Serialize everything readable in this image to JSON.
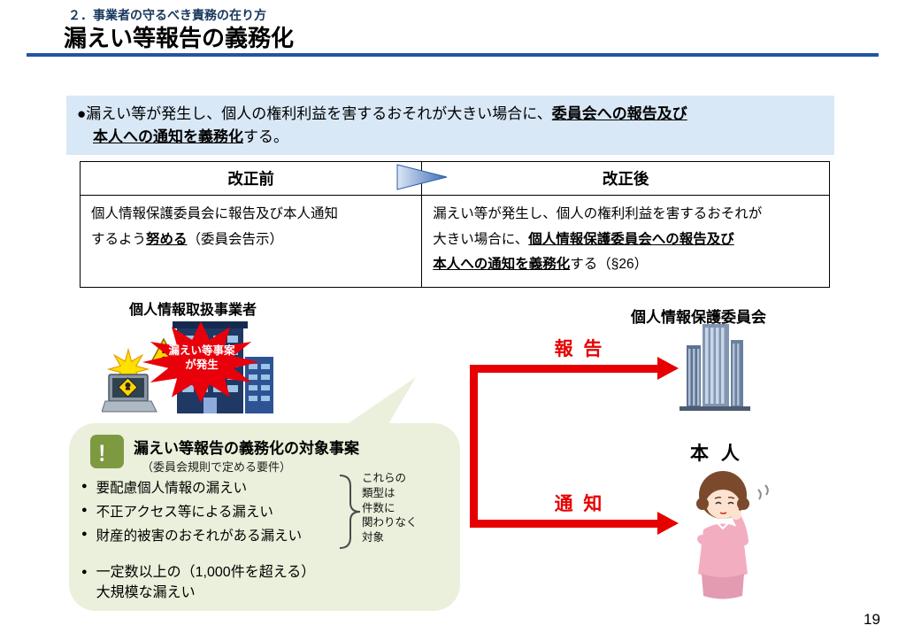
{
  "header": {
    "subtitle": "２．事業者の守るべき責務の在り方",
    "title": "漏えい等報告の義務化"
  },
  "callout": {
    "bullet": "●",
    "line1_normal": "漏えい等が発生し、個人の権利利益を害するおそれが大きい場合に、",
    "line1_bold": "委員会への報告及び",
    "line2_bold": "本人への通知を義務化",
    "line2_normal": "する。"
  },
  "table": {
    "header_before": "改正前",
    "header_after": "改正後",
    "before": {
      "line1": "個人情報保護委員会に報告及び本人通知",
      "line2_pre": "するよう",
      "bold": "努める",
      "line2_post": "（委員会告示）"
    },
    "after": {
      "line1": "漏えい等が発生し、個人の権利利益を害するおそれが",
      "line2_pre": "大きい場合に、",
      "line2_bold": "個人情報保護委員会への報告及び",
      "line3_bold": "本人への通知を義務化",
      "line3_post": "する（§26）"
    }
  },
  "diagram": {
    "business_label": "個人情報取扱事業者",
    "committee_label": "個人情報保護委員会",
    "person_label": "本 人",
    "burst_line1": "漏えい等事案",
    "burst_line2": "が発生",
    "report_label": "報 告",
    "notify_label": "通 知",
    "bubble": {
      "icon": "！",
      "title": "漏えい等報告の義務化の対象事案",
      "subtitle": "（委員会規則で定める要件）",
      "bullet": "●",
      "items": [
        "要配慮個人情報の漏えい",
        "不正アクセス等による漏えい",
        "財産的被害のおそれがある漏えい"
      ],
      "brace_lines": [
        "これらの",
        "類型は",
        "件数に",
        "関わりなく",
        "対象"
      ],
      "large_item_line1": "一定数以上の（1,000件を超える）",
      "large_item_line2": "大規模な漏えい"
    }
  },
  "page_number": "19",
  "colors": {
    "accent_blue": "#2353A4",
    "callout_bg": "#D9E8F6",
    "highlight_red": "#E60000",
    "bubble_green": "#EAF0DB",
    "icon_green": "#7E9A41"
  }
}
